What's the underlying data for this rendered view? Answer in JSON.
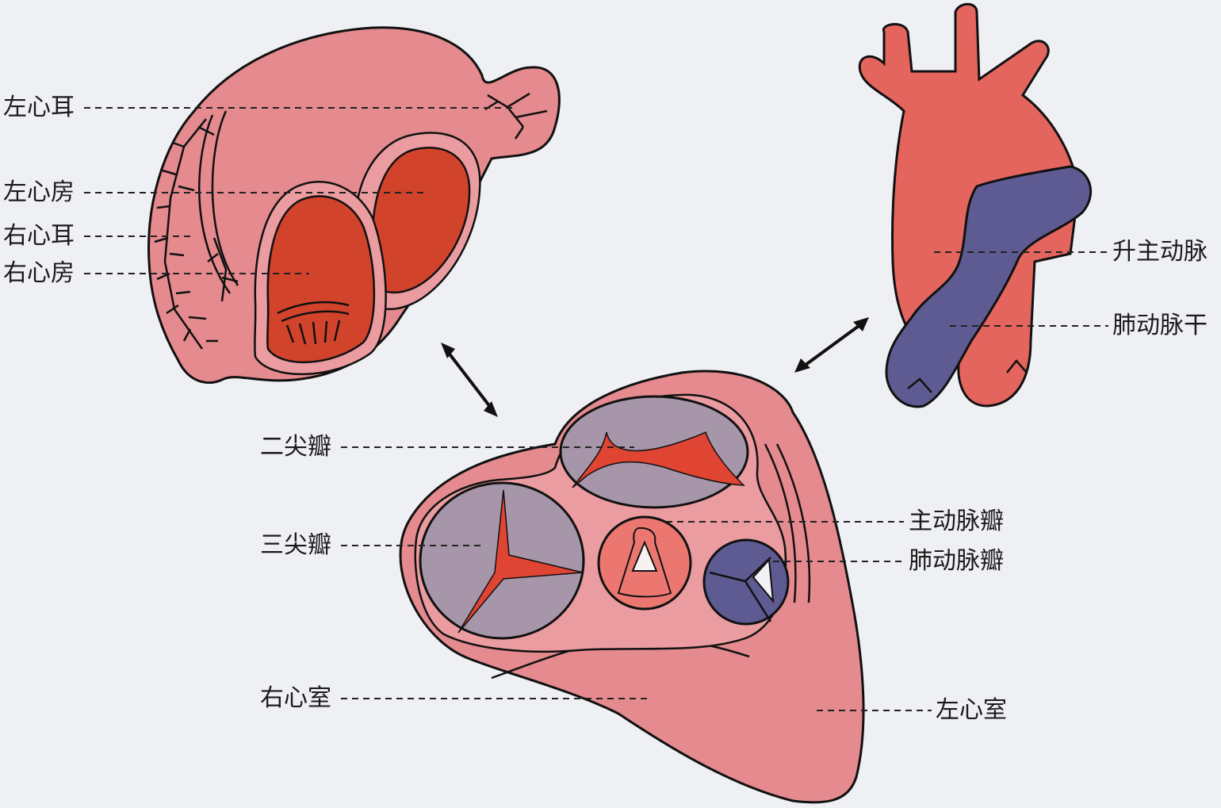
{
  "labels": {
    "left_auricle": "左心耳",
    "left_atrium": "左心房",
    "right_auricle": "右心耳",
    "right_atrium": "右心房",
    "mitral_valve": "二尖瓣",
    "tricuspid_valve": "三尖瓣",
    "right_ventricle": "右心室",
    "ascending_aorta": "升主动脉",
    "pulmonary_trunk": "肺动脉干",
    "aortic_valve": "主动脉瓣",
    "pulmonary_valve": "肺动脉瓣",
    "left_ventricle": "左心室"
  },
  "colors": {
    "background": "#eef0f4",
    "heart_pink": "#e58a8e",
    "atrium_red": "#d2432c",
    "aorta_red": "#e3655e",
    "pulmonary_blue": "#5e5a92",
    "valve_lavender": "#a795a9",
    "valve_leaflet": "#e04432",
    "outline": "#111111"
  }
}
